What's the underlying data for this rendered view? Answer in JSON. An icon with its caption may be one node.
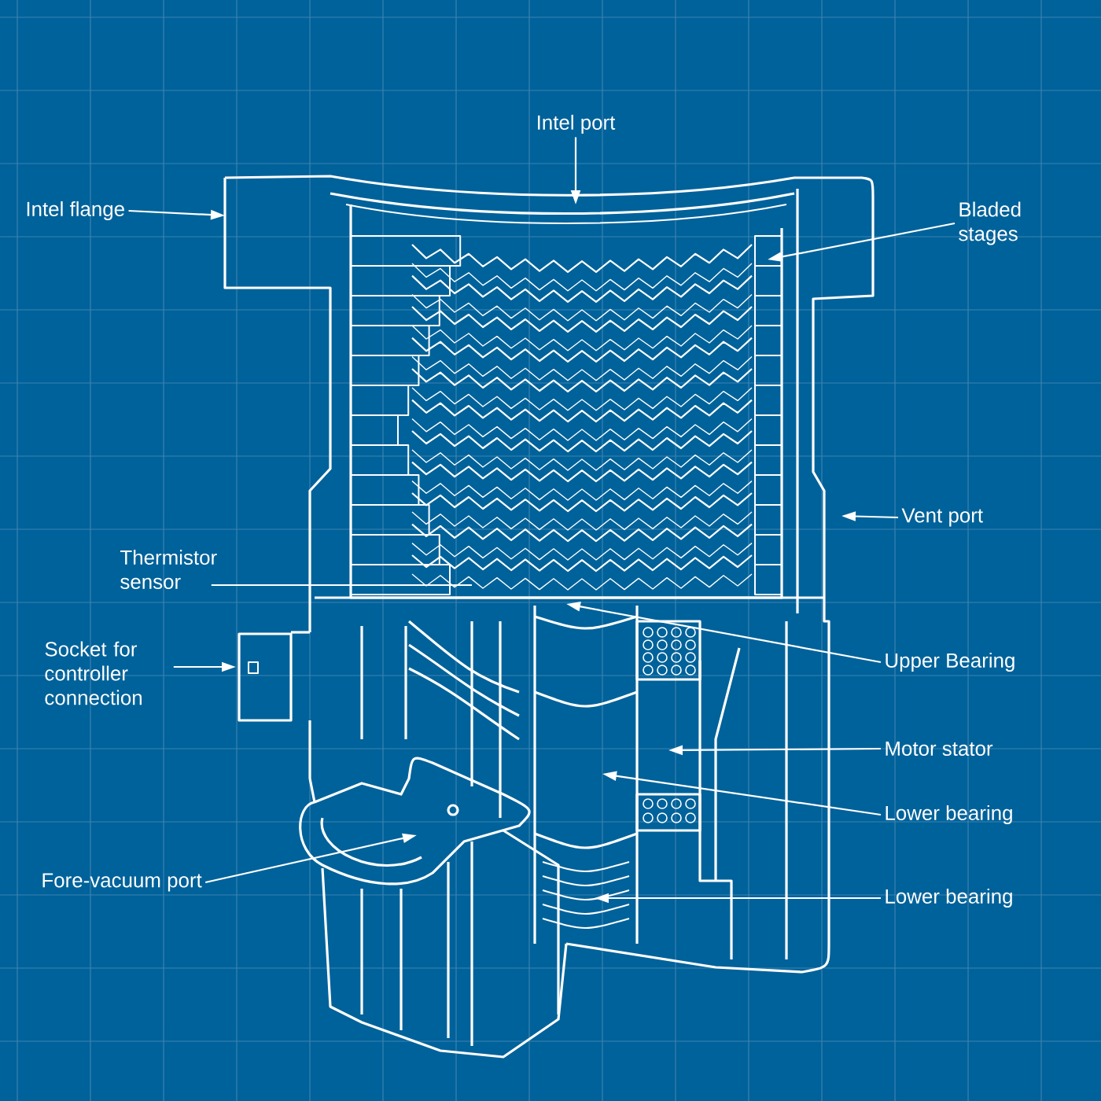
{
  "diagram": {
    "nodes": [
      {
        "text": [
          "Intel port"
        ]
      },
      {
        "text": [
          "Intel flange"
        ]
      },
      {
        "text": [
          "Bladed stages"
        ]
      },
      {
        "text": [
          "Vent port"
        ]
      },
      {
        "text": [
          "Thermistor sensor"
        ]
      },
      {
        "text": [
          "Socket for controller connection"
        ]
      },
      {
        "text": [
          "Upper Bearing"
        ]
      },
      {
        "text": [
          "Motor stator"
        ]
      },
      {
        "text": [
          "Lower bearing"
        ]
      },
      {
        "text": [
          "Fore-vacuum port"
        ]
      },
      {
        "text": [
          "Lower bearing"
        ]
      }
    ],
    "edges": [
      {
        "from": 0,
        "to": null,
        "arrow": "to"
      },
      {
        "from": 1,
        "to": null,
        "arrow": "to"
      },
      {
        "from": 2,
        "to": null,
        "arrow": "to"
      },
      {
        "from": 3,
        "to": null,
        "arrow": "to"
      },
      {
        "from": 4,
        "to": null,
        "arrow": "none"
      },
      {
        "from": 5,
        "to": null,
        "arrow": "to"
      },
      {
        "from": 6,
        "to": null,
        "arrow": "to"
      },
      {
        "from": 7,
        "to": null,
        "arrow": "to"
      },
      {
        "from": 8,
        "to": null,
        "arrow": "to"
      },
      {
        "from": 9,
        "to": null,
        "arrow": "to"
      },
      {
        "from": 10,
        "to": null,
        "arrow": "to"
      }
    ]
  }
}
